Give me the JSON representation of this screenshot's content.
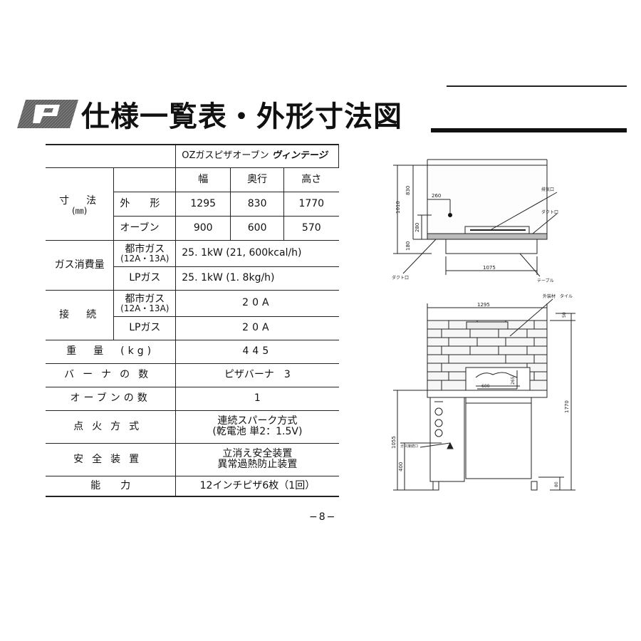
{
  "header": {
    "title": "仕様一覧表・外形寸法図",
    "logo_letter": "P",
    "logo_icon": "section-p-emblem"
  },
  "table": {
    "product_name": "OZガスピザオーブン",
    "product_brand": "ヴィンテージ",
    "col_headers": [
      "幅",
      "奥行",
      "高さ"
    ],
    "dimensions": {
      "label": "寸　法",
      "unit": "(㎜)",
      "rows": [
        {
          "label": "外　　形",
          "values": [
            "1295",
            "830",
            "1770"
          ]
        },
        {
          "label": "オーブン",
          "values": [
            "900",
            "600",
            "570"
          ]
        }
      ]
    },
    "gas_consumption": {
      "label": "ガス消費量",
      "rows": [
        {
          "label": "都市ガス",
          "sub": "(12A・13A)",
          "value": "25. 1kW (21, 600kcal/h)"
        },
        {
          "label": "LPガス",
          "value": "25. 1kW (1. 8kg/h)"
        }
      ]
    },
    "connection": {
      "label": "接　続",
      "rows": [
        {
          "label": "都市ガス",
          "sub": "(12A・13A)",
          "value": "20A"
        },
        {
          "label": "LPガス",
          "value": "20A"
        }
      ]
    },
    "rows": [
      {
        "label": "重　量　(kg)",
        "value": "445"
      },
      {
        "label": "バーナの数",
        "value": "ピザバーナ　3"
      },
      {
        "label": "オーブンの数",
        "value": "1"
      },
      {
        "label": "点火方式",
        "value": "連続スパーク方式",
        "value2": "(乾電池 単2：1.5V)"
      },
      {
        "label": "安全装置",
        "value": "立消え安全装置",
        "value2": "異常過熱防止装置"
      },
      {
        "label": "能　　力",
        "value": "12インチピザ6枚（1回）"
      }
    ]
  },
  "page_number": "−8−",
  "drawing": {
    "top_view": {
      "dims": [
        "1010",
        "830",
        "260",
        "280",
        "180",
        "1075"
      ],
      "labels": [
        "排気口",
        "ダクト口",
        "ダクト口",
        "テーブル"
      ]
    },
    "front_view": {
      "dims": [
        "1295",
        "50",
        "1770",
        "600",
        "265",
        "1055",
        "400",
        "80"
      ],
      "labels": [
        "外装材　タイル",
        "ガス接続口"
      ]
    }
  }
}
